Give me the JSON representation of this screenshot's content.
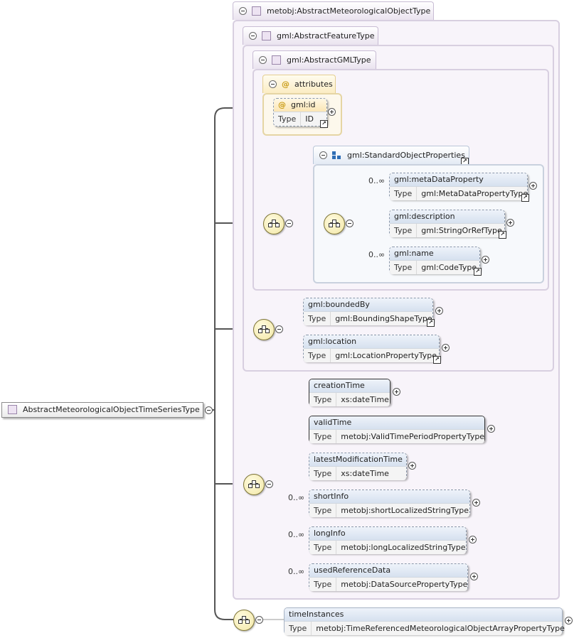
{
  "root": {
    "label": "AbstractMeteorologicalObjectTimeSeriesType"
  },
  "groups": {
    "metobj": "metobj:AbstractMeteorologicalObjectType",
    "feature": "gml:AbstractFeatureType",
    "gml": "gml:AbstractGMLType",
    "attributes": "attributes",
    "standard": "gml:StandardObjectProperties"
  },
  "labels": {
    "type": "Type"
  },
  "attribute": {
    "name": "gml:id",
    "type": "ID"
  },
  "standard_elements": [
    {
      "name": "gml:metaDataProperty",
      "type": "gml:MetaDataPropertyType",
      "card": "0..∞"
    },
    {
      "name": "gml:description",
      "type": "gml:StringOrRefType",
      "card": ""
    },
    {
      "name": "gml:name",
      "type": "gml:CodeType",
      "card": "0..∞"
    }
  ],
  "feature_elements": [
    {
      "name": "gml:boundedBy",
      "type": "gml:BoundingShapeType"
    },
    {
      "name": "gml:location",
      "type": "gml:LocationPropertyType"
    }
  ],
  "metobj_elements": [
    {
      "name": "creationTime",
      "type": "xs:dateTime",
      "card": ""
    },
    {
      "name": "validTime",
      "type": "metobj:ValidTimePeriodPropertyType",
      "card": ""
    },
    {
      "name": "latestModificationTime",
      "type": "xs:dateTime",
      "card": ""
    },
    {
      "name": "shortInfo",
      "type": "metobj:shortLocalizedStringType",
      "card": "0..∞"
    },
    {
      "name": "longInfo",
      "type": "metobj:longLocalizedStringType",
      "card": "0..∞"
    },
    {
      "name": "usedReferenceData",
      "type": "metobj:DataSourcePropertyType",
      "card": "0..∞"
    }
  ],
  "series_element": {
    "name": "timeInstances",
    "type": "metobj:TimeReferencedMeteorologicalObjectArrayPropertyType"
  }
}
